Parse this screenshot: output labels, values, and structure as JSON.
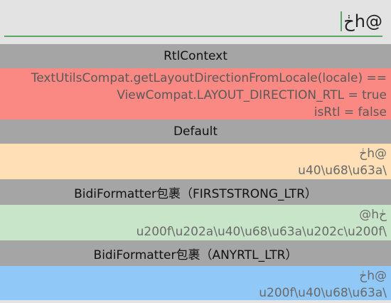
{
  "input": {
    "value": "ڂh@"
  },
  "sections": [
    {
      "header": "RtlContext",
      "lines": [
        "TextUtilsCompat.getLayoutDirectionFromLocale(locale) ==",
        "ViewCompat.LAYOUT_DIRECTION_RTL = true",
        "isRtl = false"
      ]
    },
    {
      "header": "Default",
      "lines": [
        "ڂh@",
        "u40\\u68\\u63a\\"
      ]
    },
    {
      "header": "BidiFormatter包裹（FIRSTSTRONG_LTR）",
      "lines": [
        "@hڂ",
        "u200f\\u202a\\u40\\u68\\u63a\\u202c\\u200f\\"
      ]
    },
    {
      "header": "BidiFormatter包裹（ANYRTL_LTR）",
      "lines": [
        "ڂh@",
        "u200f\\u40\\u68\\u63a\\"
      ]
    }
  ],
  "colors": {
    "header_bg": "#a5a5a5",
    "rtlcontext_bg": "#fb8983",
    "default_bg": "#fedfb6",
    "firststrong_bg": "#c9e5c9",
    "anyrtl_bg": "#90c8f7",
    "accent": "#5aa864"
  }
}
